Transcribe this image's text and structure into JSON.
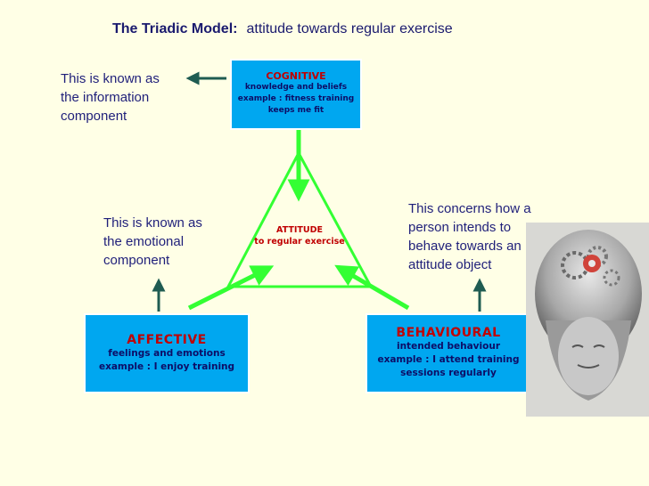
{
  "title": {
    "bold": "The Triadic Model:",
    "rest": "attitude towards regular exercise"
  },
  "notes": {
    "information": [
      "This is known as",
      "the information",
      "component"
    ],
    "emotional": [
      "This is known as",
      "the emotional",
      "component"
    ],
    "behaviour": [
      "This concerns how a",
      "person intends to",
      "behave towards an",
      "attitude object"
    ]
  },
  "cognitive": {
    "heading": "COGNITIVE",
    "lines": [
      "knowledge and beliefs",
      "example : fitness training",
      "keeps me fit"
    ]
  },
  "affective": {
    "heading": "AFFECTIVE",
    "lines": [
      "feelings and emotions",
      "example : I enjoy training"
    ]
  },
  "behavioural": {
    "heading": "BEHAVIOURAL",
    "lines": [
      "intended behaviour",
      "example : I attend training",
      "sessions regularly"
    ]
  },
  "attitude": {
    "heading": "ATTITUDE",
    "sub": "to regular exercise"
  },
  "colors": {
    "background": "#ffffe6",
    "box": "#00a7f0",
    "heading_red": "#c00000",
    "text_navy": "#0d0d66",
    "triangle_green": "#33ff33",
    "arrow_dark": "#1f5c52"
  },
  "icons": {
    "head_image": "head-with-gears-icon"
  }
}
